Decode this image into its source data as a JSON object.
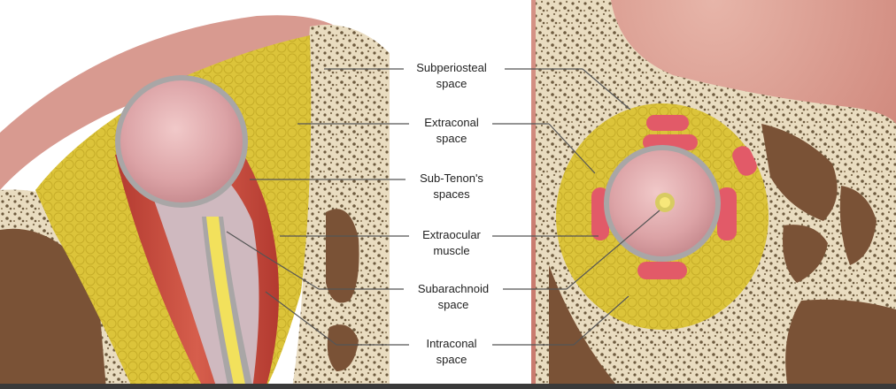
{
  "labels": [
    {
      "line1": "Subperiosteal",
      "line2": "space"
    },
    {
      "line1": "Extraconal",
      "line2": "space"
    },
    {
      "line1": "Sub-Tenon's",
      "line2": "spaces"
    },
    {
      "line1": "Extraocular",
      "line2": "muscle"
    },
    {
      "line1": "Subarachnoid",
      "line2": "space"
    },
    {
      "line1": "Intraconal",
      "line2": "space"
    }
  ],
  "colors": {
    "bone": "#e9dcc0",
    "bone_pore": "#6d5a3e",
    "cavity": "#7a5236",
    "fat": "#dcc43a",
    "fat_cell": "#c9b02a",
    "globe": "#e3aeb0",
    "muscle": "#c9473a",
    "skin": "#d89a90",
    "nerve": "#f2e15c",
    "sheath": "#a9a6a6"
  }
}
